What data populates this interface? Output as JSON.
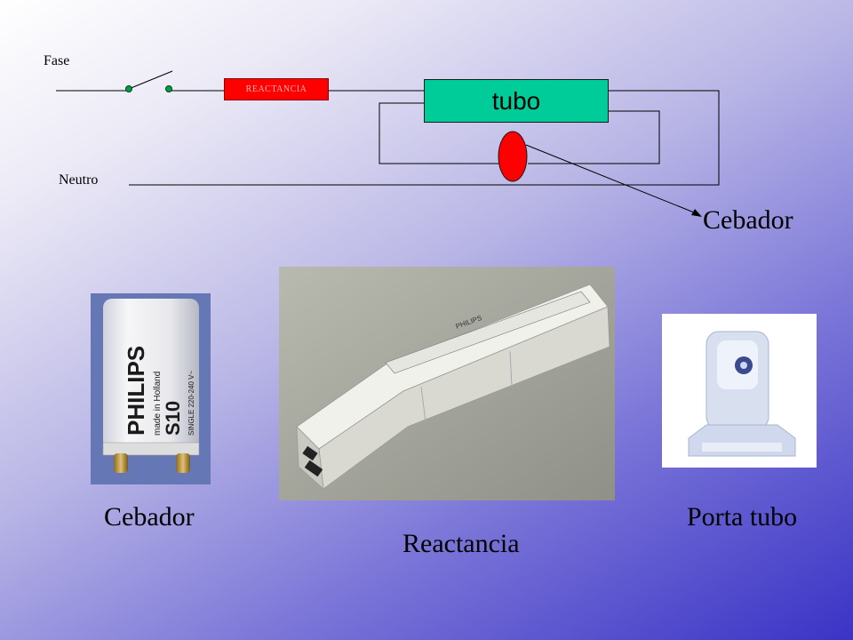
{
  "circuit": {
    "fase_label": "Fase",
    "neutro_label": "Neutro",
    "reactancia_label": "REACTANCIA",
    "tubo_label": "tubo",
    "cebador_label": "Cebador",
    "colors": {
      "reactancia": "#ff0000",
      "tubo": "#00cc99",
      "cebador": "#ff0000",
      "switch_contact": "#00a040"
    }
  },
  "photos": {
    "cebador": {
      "brand_text": "PHILIPS",
      "model_text": "S10",
      "detail_text": "made in Holland",
      "spec_text": "SINGLE 220-240 V~"
    },
    "reactancia": {
      "brand_text": "PHILIPS"
    },
    "porta_tubo": {}
  },
  "captions": {
    "cebador": "Cebador",
    "reactancia": "Reactancia",
    "porta_tubo": "Porta tubo"
  }
}
